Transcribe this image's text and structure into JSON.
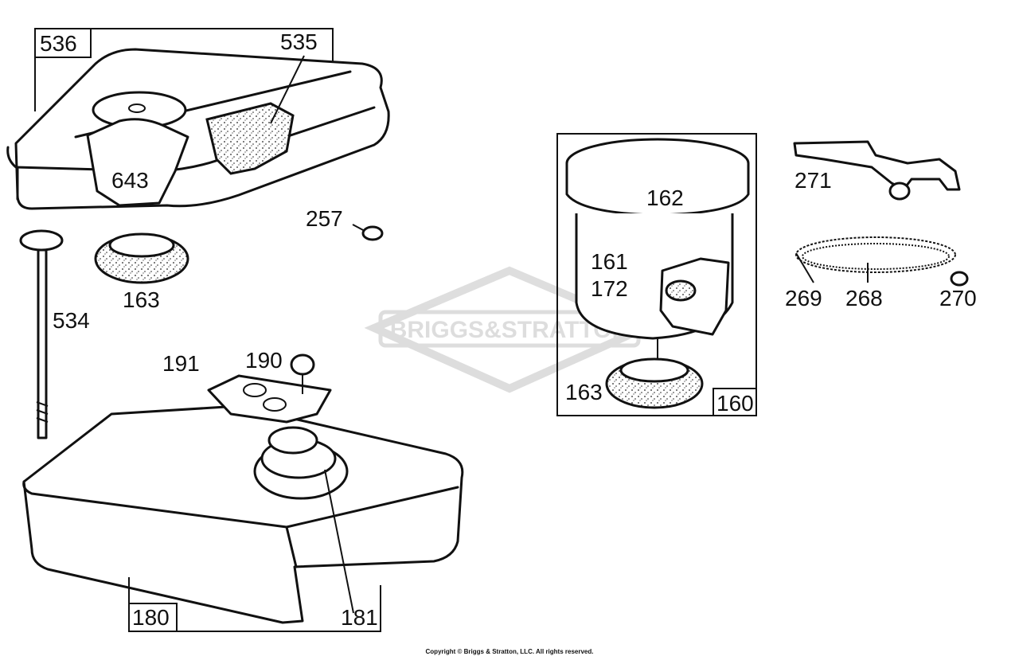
{
  "watermark": "BRIGGS&STRATTON",
  "copyright": "Copyright © Briggs & Stratton, LLC. All rights reserved.",
  "parts": {
    "p536": "536",
    "p535": "535",
    "p643": "643",
    "p257": "257",
    "p163a": "163",
    "p534": "534",
    "p191": "191",
    "p190": "190",
    "p180": "180",
    "p181": "181",
    "p162": "162",
    "p161": "161",
    "p172": "172",
    "p163b": "163",
    "p160": "160",
    "p271": "271",
    "p269": "269",
    "p268": "268",
    "p270": "270"
  }
}
